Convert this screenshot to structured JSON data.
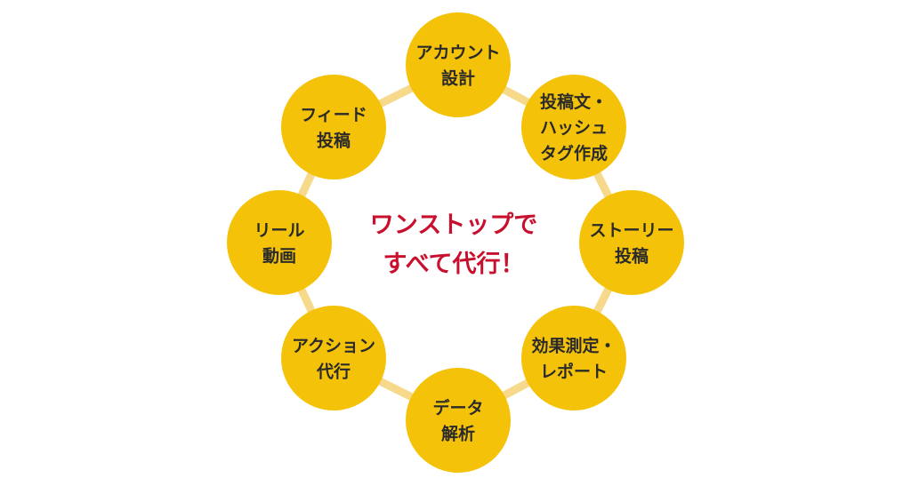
{
  "center": {
    "line1": "ワンストップで",
    "line2": "すべて代行！"
  },
  "nodes": [
    {
      "id": "account-design",
      "lines": [
        "アカウント",
        "設計"
      ]
    },
    {
      "id": "caption-hashtag",
      "lines": [
        "投稿文・",
        "ハッシュ",
        "タグ作成"
      ]
    },
    {
      "id": "story-post",
      "lines": [
        "ストーリー",
        "投稿"
      ]
    },
    {
      "id": "measure-report",
      "lines": [
        "効果測定・",
        "レポート"
      ]
    },
    {
      "id": "data-analysis",
      "lines": [
        "データ",
        "解析"
      ]
    },
    {
      "id": "action-proxy",
      "lines": [
        "アクション",
        "代行"
      ]
    },
    {
      "id": "reel-video",
      "lines": [
        "リール",
        "動画"
      ]
    },
    {
      "id": "feed-post",
      "lines": [
        "フィード",
        "投稿"
      ]
    }
  ],
  "colors": {
    "node_fill": "#f5c20a",
    "connector": "#f6d98a",
    "center_text": "#c8102e",
    "node_text": "#2a2a2a"
  }
}
